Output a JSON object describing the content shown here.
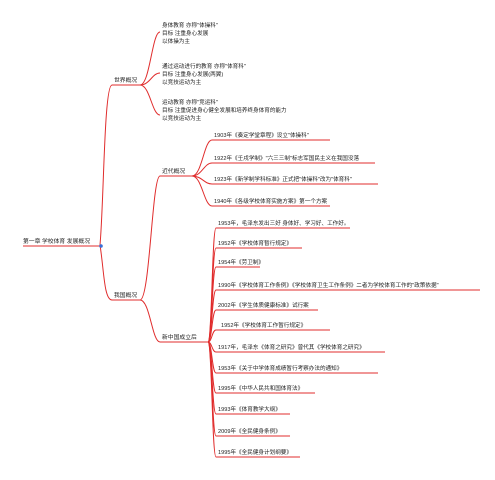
{
  "root": {
    "label": "第一章 学校体育 发展概况"
  },
  "world": {
    "label": "世界概况",
    "items": [
      {
        "lines": [
          "身体教育 亦称\"体操科\"",
          "目标 注重身心发展",
          "以体操为主"
        ]
      },
      {
        "lines": [
          "通过运动进行的教育 亦称\"体育科\"",
          "目标 注重身心发展(两翼)",
          "以竞技运动为主"
        ]
      },
      {
        "lines": [
          "运动教育 亦称\"竞运科\"",
          "目标 注重促进身心健全发展和培养终身体育的能力",
          "以竞技运动为主"
        ]
      }
    ]
  },
  "china": {
    "label": "我国概况",
    "modern": {
      "label": "近代概况",
      "items": [
        "1903年《奏定学堂章程》设立\"体操科\"",
        "1922年《壬戌学制》\"六三三制\"标志军国民主义在我国没落",
        "1923年《新学制学科标准》正式把\"体操科\"改为\"体育科\"",
        "1940年《各级学校体育实施方案》第一个方案"
      ]
    },
    "newchina": {
      "label": "新中国成立后",
      "items": [
        "1953年，毛泽东发出三好 身体好、学习好、工作好。",
        "1952年《学校体育暂行规定》",
        "1954年《劳卫制》",
        "1990年《学校体育工作条例》《学校体育卫生工作条例》二者为学校体育工作的\"政策依据\"",
        "2002年《学生体质健康标准》试行案",
        "1952年《学校体育工作暂行规定》",
        "1917年，毛泽东《体育之研究》曾代其《学校体育之研究》",
        "1953年《关于中学体育成绩暂行考察办法的通知》",
        "1995年《中华人民共和国体育法》",
        "1993年《体育教学大纲》",
        "2009年《全民健身条例》",
        "1995年《全民健身计划纲要》"
      ]
    }
  }
}
